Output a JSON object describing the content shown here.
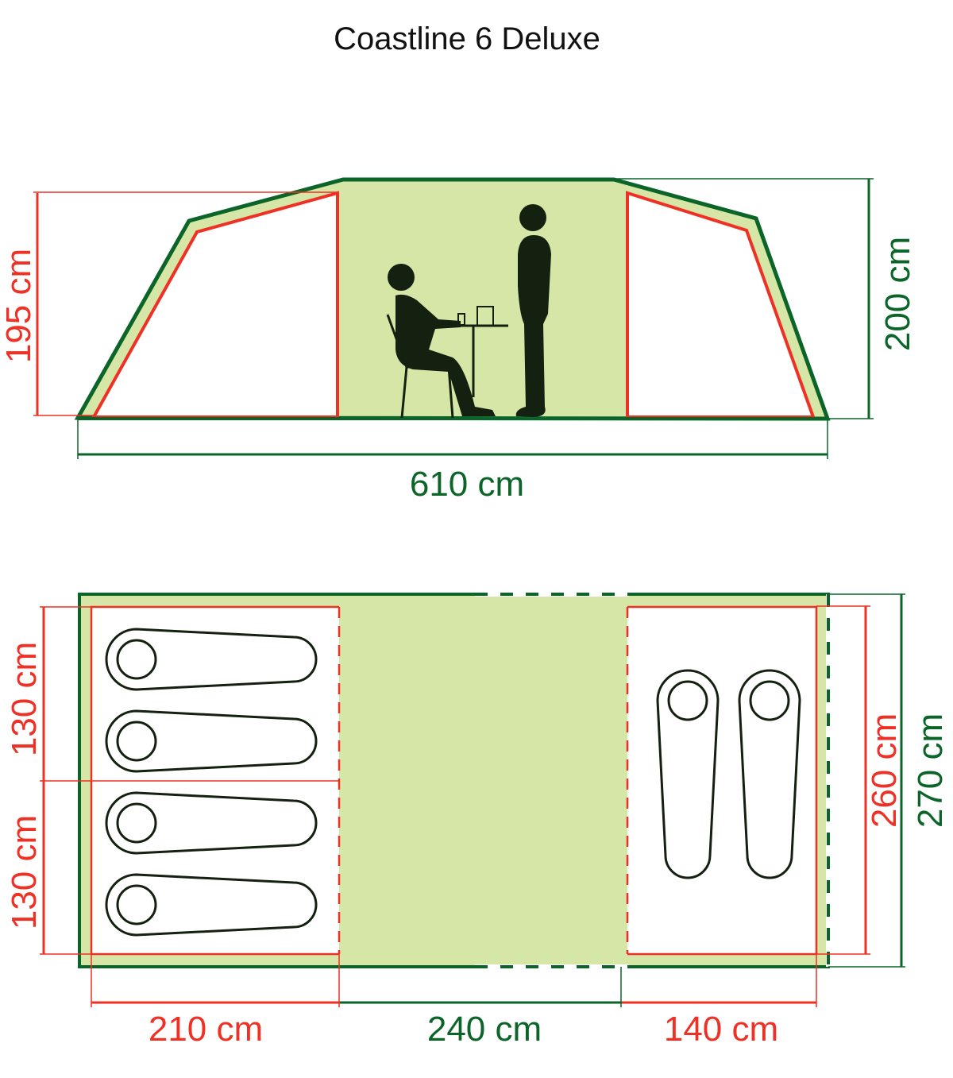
{
  "title": "Coastline 6 Deluxe",
  "colors": {
    "frame": "#0b6428",
    "inner": "#ee3124",
    "fill": "#d6e6a6",
    "figure": "#142010"
  },
  "side_view": {
    "inner_height_label": "195 cm",
    "total_height_label": "200 cm",
    "length_label": "610 cm"
  },
  "floor_plan": {
    "bedroom_width_1_label": "130 cm",
    "bedroom_width_2_label": "130 cm",
    "inner_depth_label": "260 cm",
    "total_depth_label": "270 cm",
    "left_room_label": "210 cm",
    "living_area_label": "240 cm",
    "right_room_label": "140 cm"
  }
}
